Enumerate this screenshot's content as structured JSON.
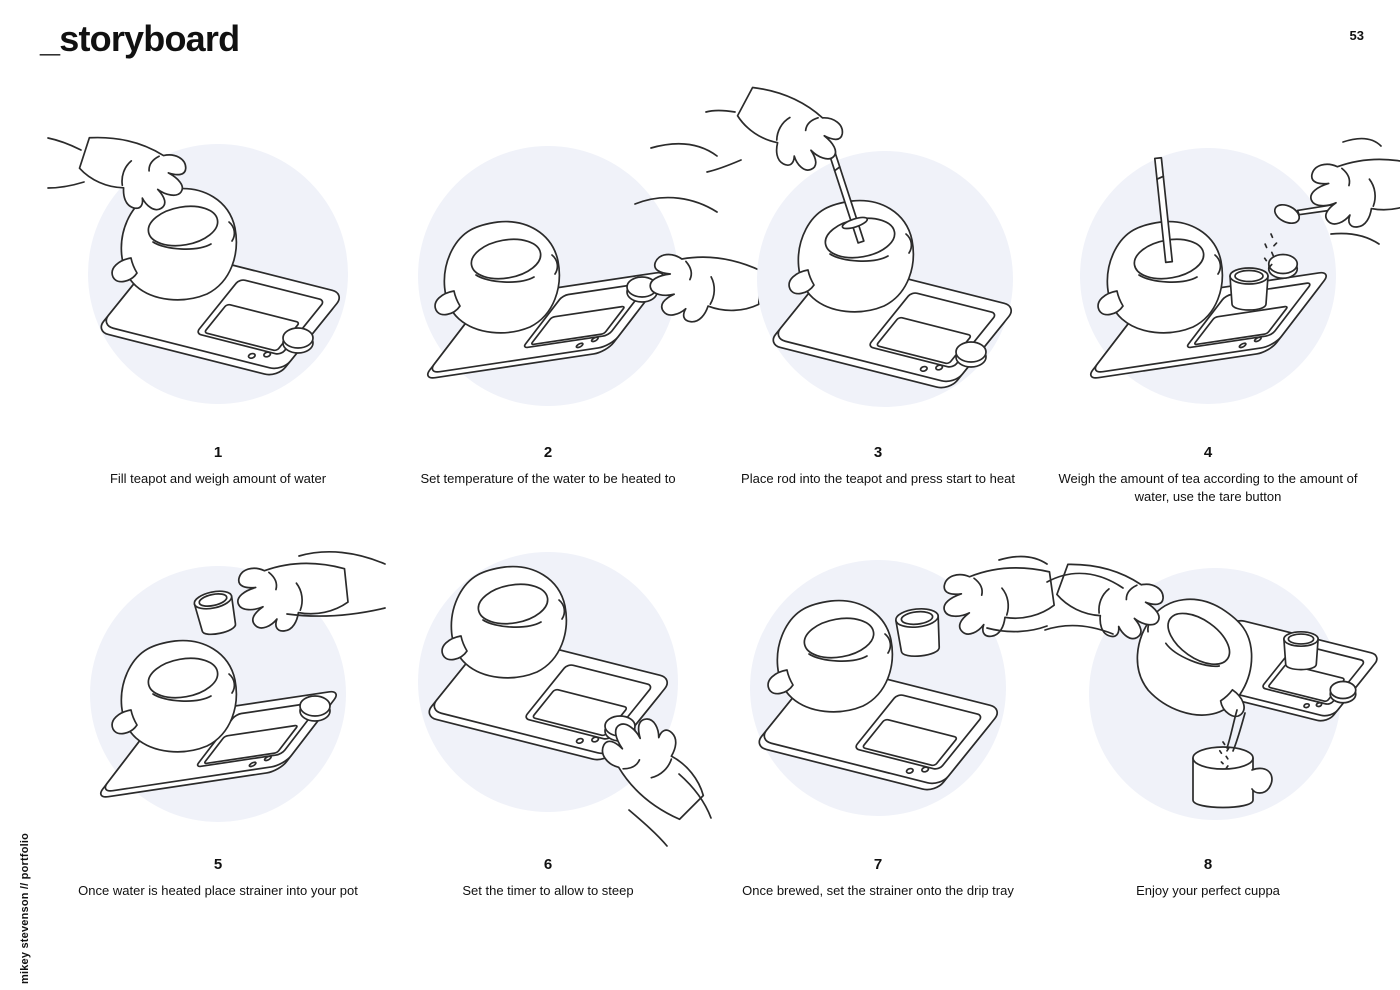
{
  "page": {
    "title": "_storyboard",
    "page_number": "53",
    "credit": "mikey stevenson // portfolio"
  },
  "colors": {
    "background": "#ffffff",
    "circle": "#f0f2f9",
    "line": "#2b2b2b",
    "text": "#111111"
  },
  "steps": [
    {
      "number": "1",
      "caption": "Fill teapot and weigh amount of water",
      "scene": "hand-placing-teapot-on-scale-tray"
    },
    {
      "number": "2",
      "caption": "Set temperature of the water to be heated to",
      "scene": "hand-turning-temperature-dial"
    },
    {
      "number": "3",
      "caption": "Place rod into the teapot and press start to heat",
      "scene": "hand-inserting-heating-rod"
    },
    {
      "number": "4",
      "caption": "Weigh the amount of tea according to the amount of water, use the tare button",
      "scene": "hand-spooning-tea-into-strainer"
    },
    {
      "number": "5",
      "caption": "Once water is heated place strainer into your pot",
      "scene": "hand-holding-strainer-over-teapot"
    },
    {
      "number": "6",
      "caption": "Set the timer to allow to steep",
      "scene": "hand-setting-timer-dial"
    },
    {
      "number": "7",
      "caption": "Once brewed, set the strainer onto the drip tray",
      "scene": "hand-placing-strainer-on-drip-tray"
    },
    {
      "number": "8",
      "caption": "Enjoy your perfect cuppa",
      "scene": "hand-pouring-tea-into-mug"
    }
  ]
}
